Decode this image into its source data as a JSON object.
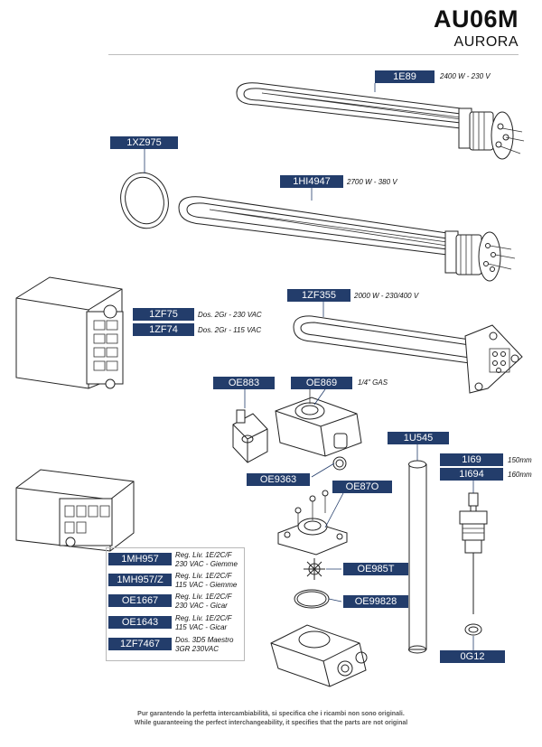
{
  "header": {
    "model": "AU06M",
    "name": "AURORA"
  },
  "parts": {
    "p1E89": {
      "code": "1E89",
      "spec": "2400 W - 230 V"
    },
    "p1XZ975": {
      "code": "1XZ975"
    },
    "p1HI4947": {
      "code": "1HI4947",
      "spec": "2700 W - 380 V"
    },
    "p1ZF75": {
      "code": "1ZF75",
      "spec": "Dos. 2Gr - 230 VAC"
    },
    "p1ZF74": {
      "code": "1ZF74",
      "spec": "Dos. 2Gr - 115 VAC"
    },
    "p1ZF355": {
      "code": "1ZF355",
      "spec": "2000 W - 230/400 V"
    },
    "pOE883": {
      "code": "OE883"
    },
    "pOE869": {
      "code": "OE869",
      "spec": "1/4\" GAS"
    },
    "pOE9363": {
      "code": "OE9363"
    },
    "pOE87O": {
      "code": "OE87O"
    },
    "p1U545": {
      "code": "1U545"
    },
    "p1I69": {
      "code": "1I69",
      "spec": "150mm"
    },
    "p1I694": {
      "code": "1I694",
      "spec": "160mm"
    },
    "pOE985T": {
      "code": "OE985T"
    },
    "pOE99828": {
      "code": "OE99828"
    },
    "p0G12": {
      "code": "0G12"
    }
  },
  "panel_items": [
    {
      "code": "1MH957",
      "line1": "Reg. Liv. 1E/2C/F",
      "line2": "230 VAC - Giemme"
    },
    {
      "code": "1MH957/Z",
      "line1": "Reg. Liv. 1E/2C/F",
      "line2": "115 VAC - Giemme"
    },
    {
      "code": "OE1667",
      "line1": "Reg. Liv. 1E/2C/F",
      "line2": "230 VAC - Gicar"
    },
    {
      "code": "OE1643",
      "line1": "Reg. Liv. 1E/2C/F",
      "line2": "115 VAC - Gicar"
    },
    {
      "code": "1ZF7467",
      "line1": "Dos. 3D5 Maestro",
      "line2": "3GR 230VAC"
    }
  ],
  "footer": {
    "it": "Pur garantendo la perfetta intercambiabilità, si specifica che i ricambi non sono originali.",
    "en": "While guaranteeing the perfect interchangeability, it specifies that the parts are not original"
  },
  "colors": {
    "label_bg": "#233d6b",
    "label_text": "#ffffff",
    "line": "#222222"
  }
}
